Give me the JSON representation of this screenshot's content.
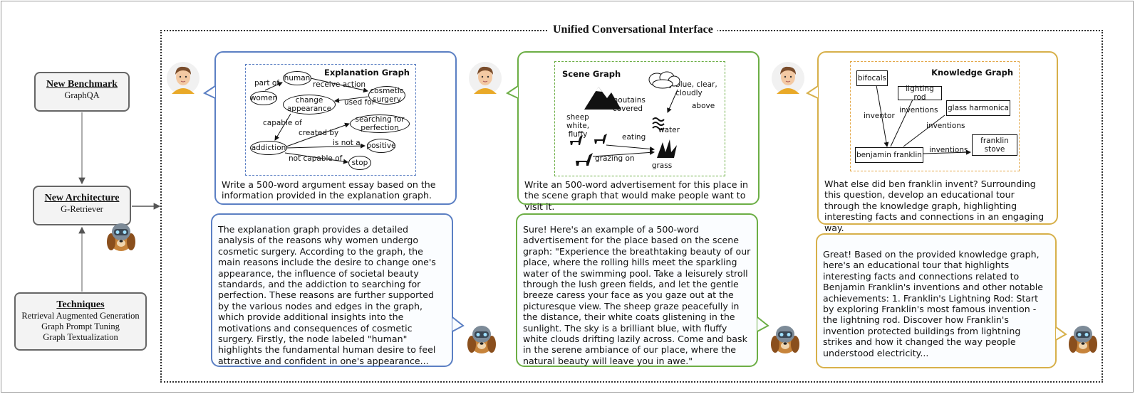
{
  "frame": {
    "title": "Unified Conversational Interface"
  },
  "left": {
    "benchmark": {
      "title": "New Benchmark",
      "sub": "GraphQA"
    },
    "architecture": {
      "title": "New Architecture",
      "sub": "G-Retriever"
    },
    "techniques": {
      "title": "Techniques",
      "items": [
        "Retrieval Augmented Generation",
        "Graph Prompt Tuning",
        "Graph Textualization"
      ]
    }
  },
  "panels": [
    {
      "graph_title": "Explanation Graph",
      "nodes": [
        "human",
        "women",
        "cosmetic surgery",
        "change appearance",
        "searching for perfection",
        "addiction",
        "positive",
        "stop"
      ],
      "edges": [
        "part of",
        "receive action",
        "used for",
        "capable of",
        "created by",
        "is not a",
        "not capable of"
      ],
      "prompt": "Write a 500-word argument essay based on the information provided in the explanation graph.",
      "response": "The explanation graph provides a detailed analysis of the reasons why women undergo cosmetic surgery. According to the graph, the main reasons include the desire to change one's appearance, the influence of societal beauty standards, and the addiction to searching for perfection. These reasons are further supported by the various nodes and edges in the graph, which provide additional insights into the motivations and consequences of cosmetic surgery. Firstly, the node labeled \"human\" highlights the fundamental human desire to feel attractive and confident in one's appearance..."
    },
    {
      "graph_title": "Scene Graph",
      "nodes": [
        "moutains covered",
        "sky blue, clear, cloudly",
        "above",
        "water",
        "sheep white, fluffy",
        "eating",
        "grazing on",
        "grass"
      ],
      "prompt": "Write an 500-word advertisement for this place in the scene graph that would make people want to visit it.",
      "response": "Sure! Here's an example of a 500-word advertisement for the place based on the scene graph: \"Experience the breathtaking beauty of our place, where the rolling hills meet the sparkling water of the swimming pool. Take a leisurely stroll through the lush green fields, and let the gentle breeze caress your face as you gaze out at the picturesque view. The sheep graze peacefully in the distance, their white coats glistening in the sunlight. The sky is a brilliant blue, with fluffy white clouds drifting lazily across. Come and bask in the serene ambiance of our place, where the natural beauty will leave you in awe.\""
    },
    {
      "graph_title": "Knowledge Graph",
      "nodes": [
        "bifocals",
        "lighting rod",
        "glass harmonica",
        "benjamin franklin",
        "franklin stove"
      ],
      "edges": [
        "inventor",
        "inventions",
        "inventions",
        "inventions"
      ],
      "prompt": "What else did ben franklin invent? Surrounding this question, develop an educational tour through the knowledge graph, highlighting interesting facts and connections in an engaging way.",
      "response": "Great! Based on the provided knowledge graph, here's an educational tour that highlights interesting facts and connections related to Benjamin Franklin's inventions and other notable achievements: 1. Franklin's Lightning Rod: Start by exploring Franklin's most famous invention - the lightning rod. Discover how Franklin's invention protected buildings from lightning strikes and how it changed the way people understood electricity..."
    }
  ],
  "colors": {
    "blue": "#5b7fc3",
    "green": "#6cae45",
    "gold": "#d7b04a"
  },
  "icons": {
    "user": "user-avatar-icon",
    "bot": "g-retriever-dog-robot-icon"
  }
}
